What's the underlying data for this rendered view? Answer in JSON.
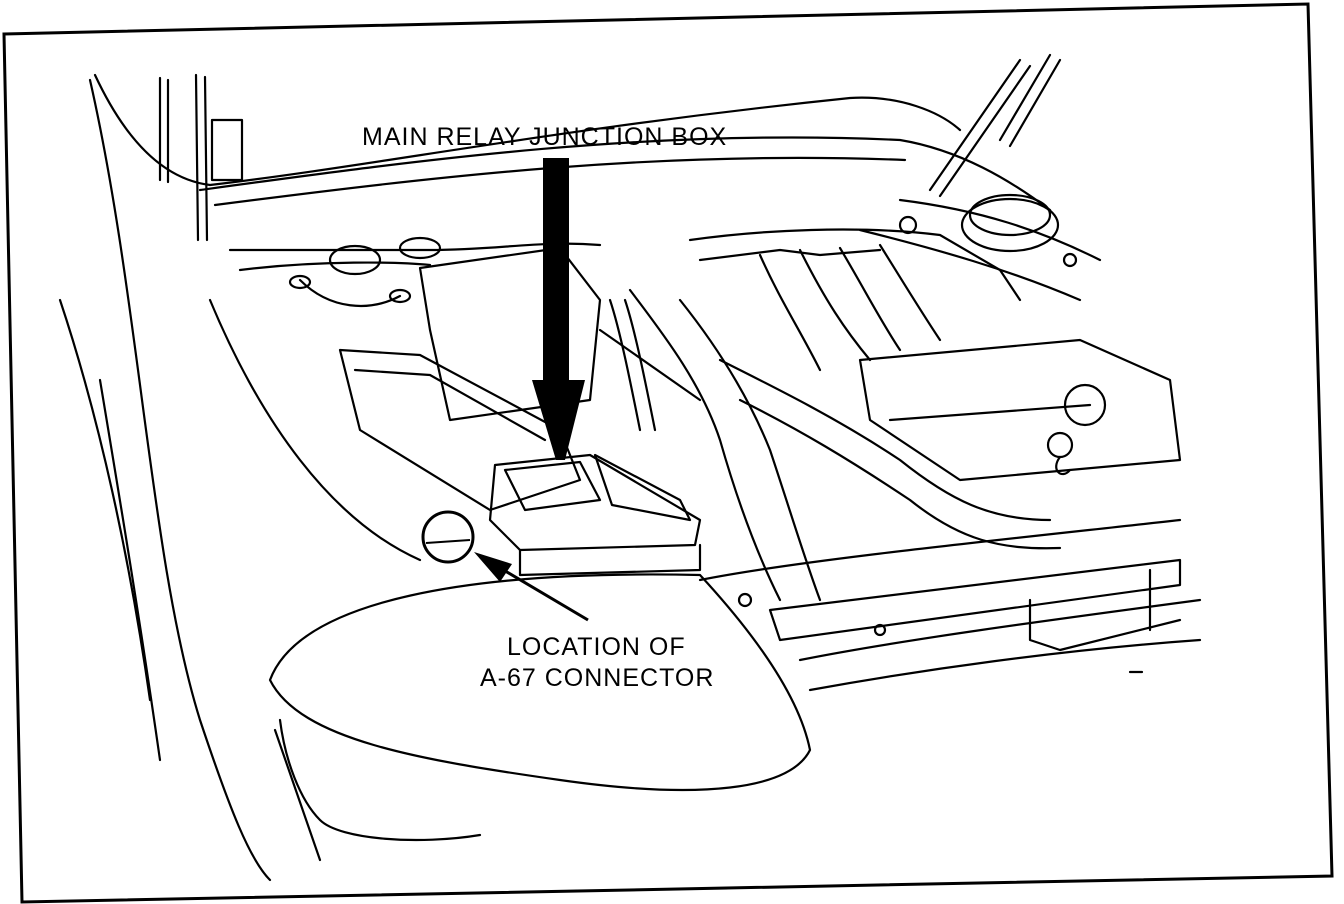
{
  "diagram": {
    "labels": {
      "main_relay": "MAIN RELAY JUNCTION BOX",
      "location_line1": "LOCATION OF",
      "location_line2": "A-67 CONNECTOR"
    },
    "colors": {
      "ink": "#000000",
      "paper": "#ffffff"
    }
  }
}
